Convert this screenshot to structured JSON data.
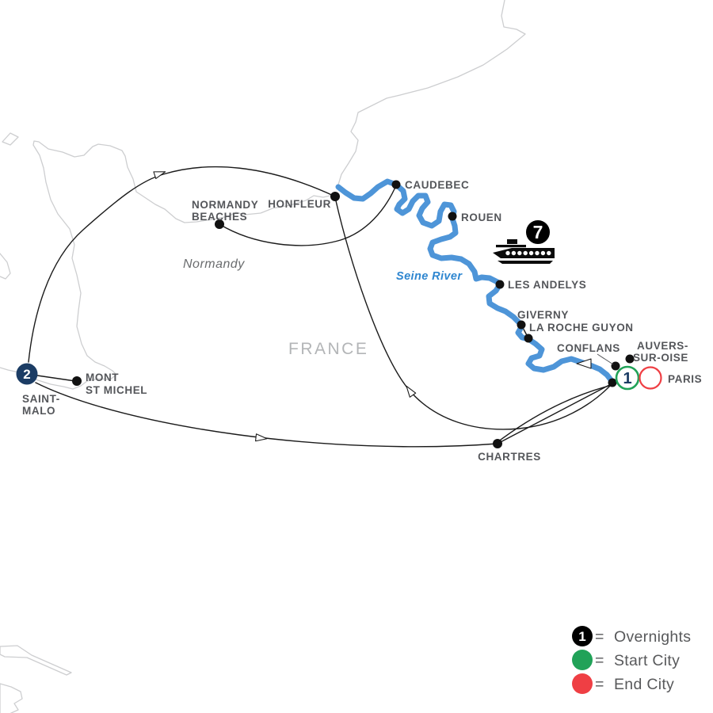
{
  "title": "Seine river cruise itinerary map",
  "map": {
    "country_label": "FRANCE",
    "region_label": "Normandy",
    "river_label": "Seine River",
    "cities": {
      "caudebec": "CAUDEBEC",
      "rouen": "ROUEN",
      "honfleur": "HONFLEUR",
      "normandy_beaches": [
        "NORMANDY",
        "BEACHES"
      ],
      "les_andelys": "LES ANDELYS",
      "giverny": "GIVERNY",
      "la_roche_guyon": "LA ROCHE GUYON",
      "conflans": "CONFLANS",
      "auvers_sur_oise": [
        "AUVERS-",
        "SUR-OISE"
      ],
      "paris": "PARIS",
      "chartres": "CHARTRES",
      "mont_st_michel": [
        "MONT",
        "ST MICHEL"
      ],
      "saint_malo": [
        "SAINT-",
        "MALO"
      ]
    },
    "markers": {
      "saint_malo_overnights": "2",
      "embarkation_overnights": "1",
      "cruise_overnights": "7"
    },
    "colors": {
      "river": "#4E95D8",
      "river_text": "#2E86D0",
      "route": "#1B1B1B",
      "coastline": "#CDCED0",
      "label": "#54565A",
      "country_label": "#B3B5B7",
      "navy": "#1B3C64",
      "start_city_green": "#21A258",
      "end_city_red": "#EF3F44",
      "overnight_black": "#000000"
    }
  },
  "legend": {
    "equals_sign": "=",
    "overnight_badge": "1",
    "rows": [
      {
        "label": "Overnights"
      },
      {
        "label": "Start City"
      },
      {
        "label": "End City"
      }
    ]
  }
}
